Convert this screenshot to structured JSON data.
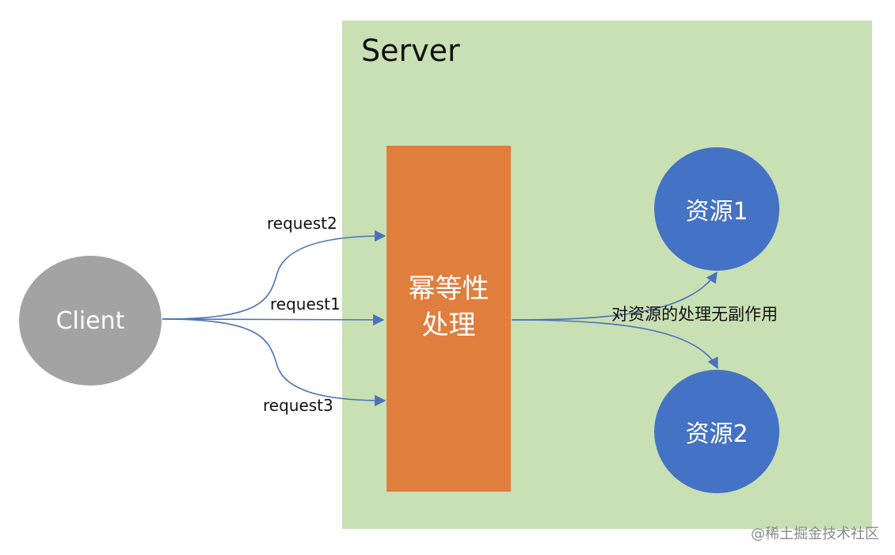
{
  "server": {
    "title": "Server"
  },
  "client": {
    "label": "Client"
  },
  "idempotent": {
    "line1": "幂等性",
    "line2": "处理"
  },
  "resources": [
    {
      "label": "资源1"
    },
    {
      "label": "资源2"
    }
  ],
  "requests": {
    "r1": "request1",
    "r2": "request2",
    "r3": "request3"
  },
  "effect_note": "对资源的处理无副作用",
  "watermark": "@稀土掘金技术社区",
  "colors": {
    "server_bg": "#c9e0b5",
    "client": "#a3a3a3",
    "idempotent_box": "#e07e3e",
    "resource": "#4472c4",
    "arrow": "#4a72b8"
  }
}
